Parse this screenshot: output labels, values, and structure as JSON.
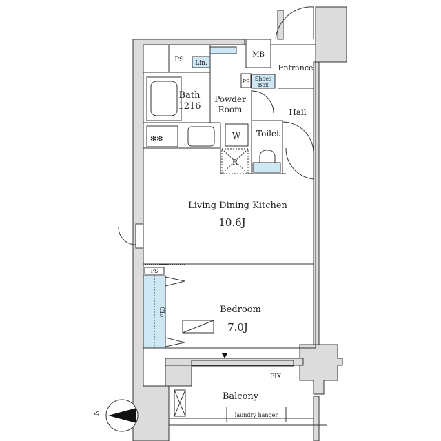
{
  "plan": {
    "rooms": {
      "ldk": "Living Dining Kitchen",
      "ldk_size": "10.6J",
      "bedroom": "Bedroom",
      "bedroom_size": "7.0J",
      "bath": "Bath",
      "bath_size": "1216",
      "powder_room_1": "Powder",
      "powder_room_2": "Room",
      "toilet": "Toilet",
      "hall": "Hall",
      "entrance": "Entrance",
      "balcony": "Balcony"
    },
    "labels": {
      "ps_top": "PS",
      "linen": "Lin.",
      "mb": "MB",
      "ps_hall": "PS",
      "shoes_1": "Shoes",
      "shoes_2": "Box",
      "washer": "W",
      "fridge": "R",
      "ps_bedroom": "PS",
      "closet": "Clo.",
      "fix": "FIX",
      "laundry_hanger": "laundry hanger",
      "north": "N"
    },
    "colors": {
      "wall": "#dcdcdc",
      "storage": "#cde7f5"
    }
  }
}
